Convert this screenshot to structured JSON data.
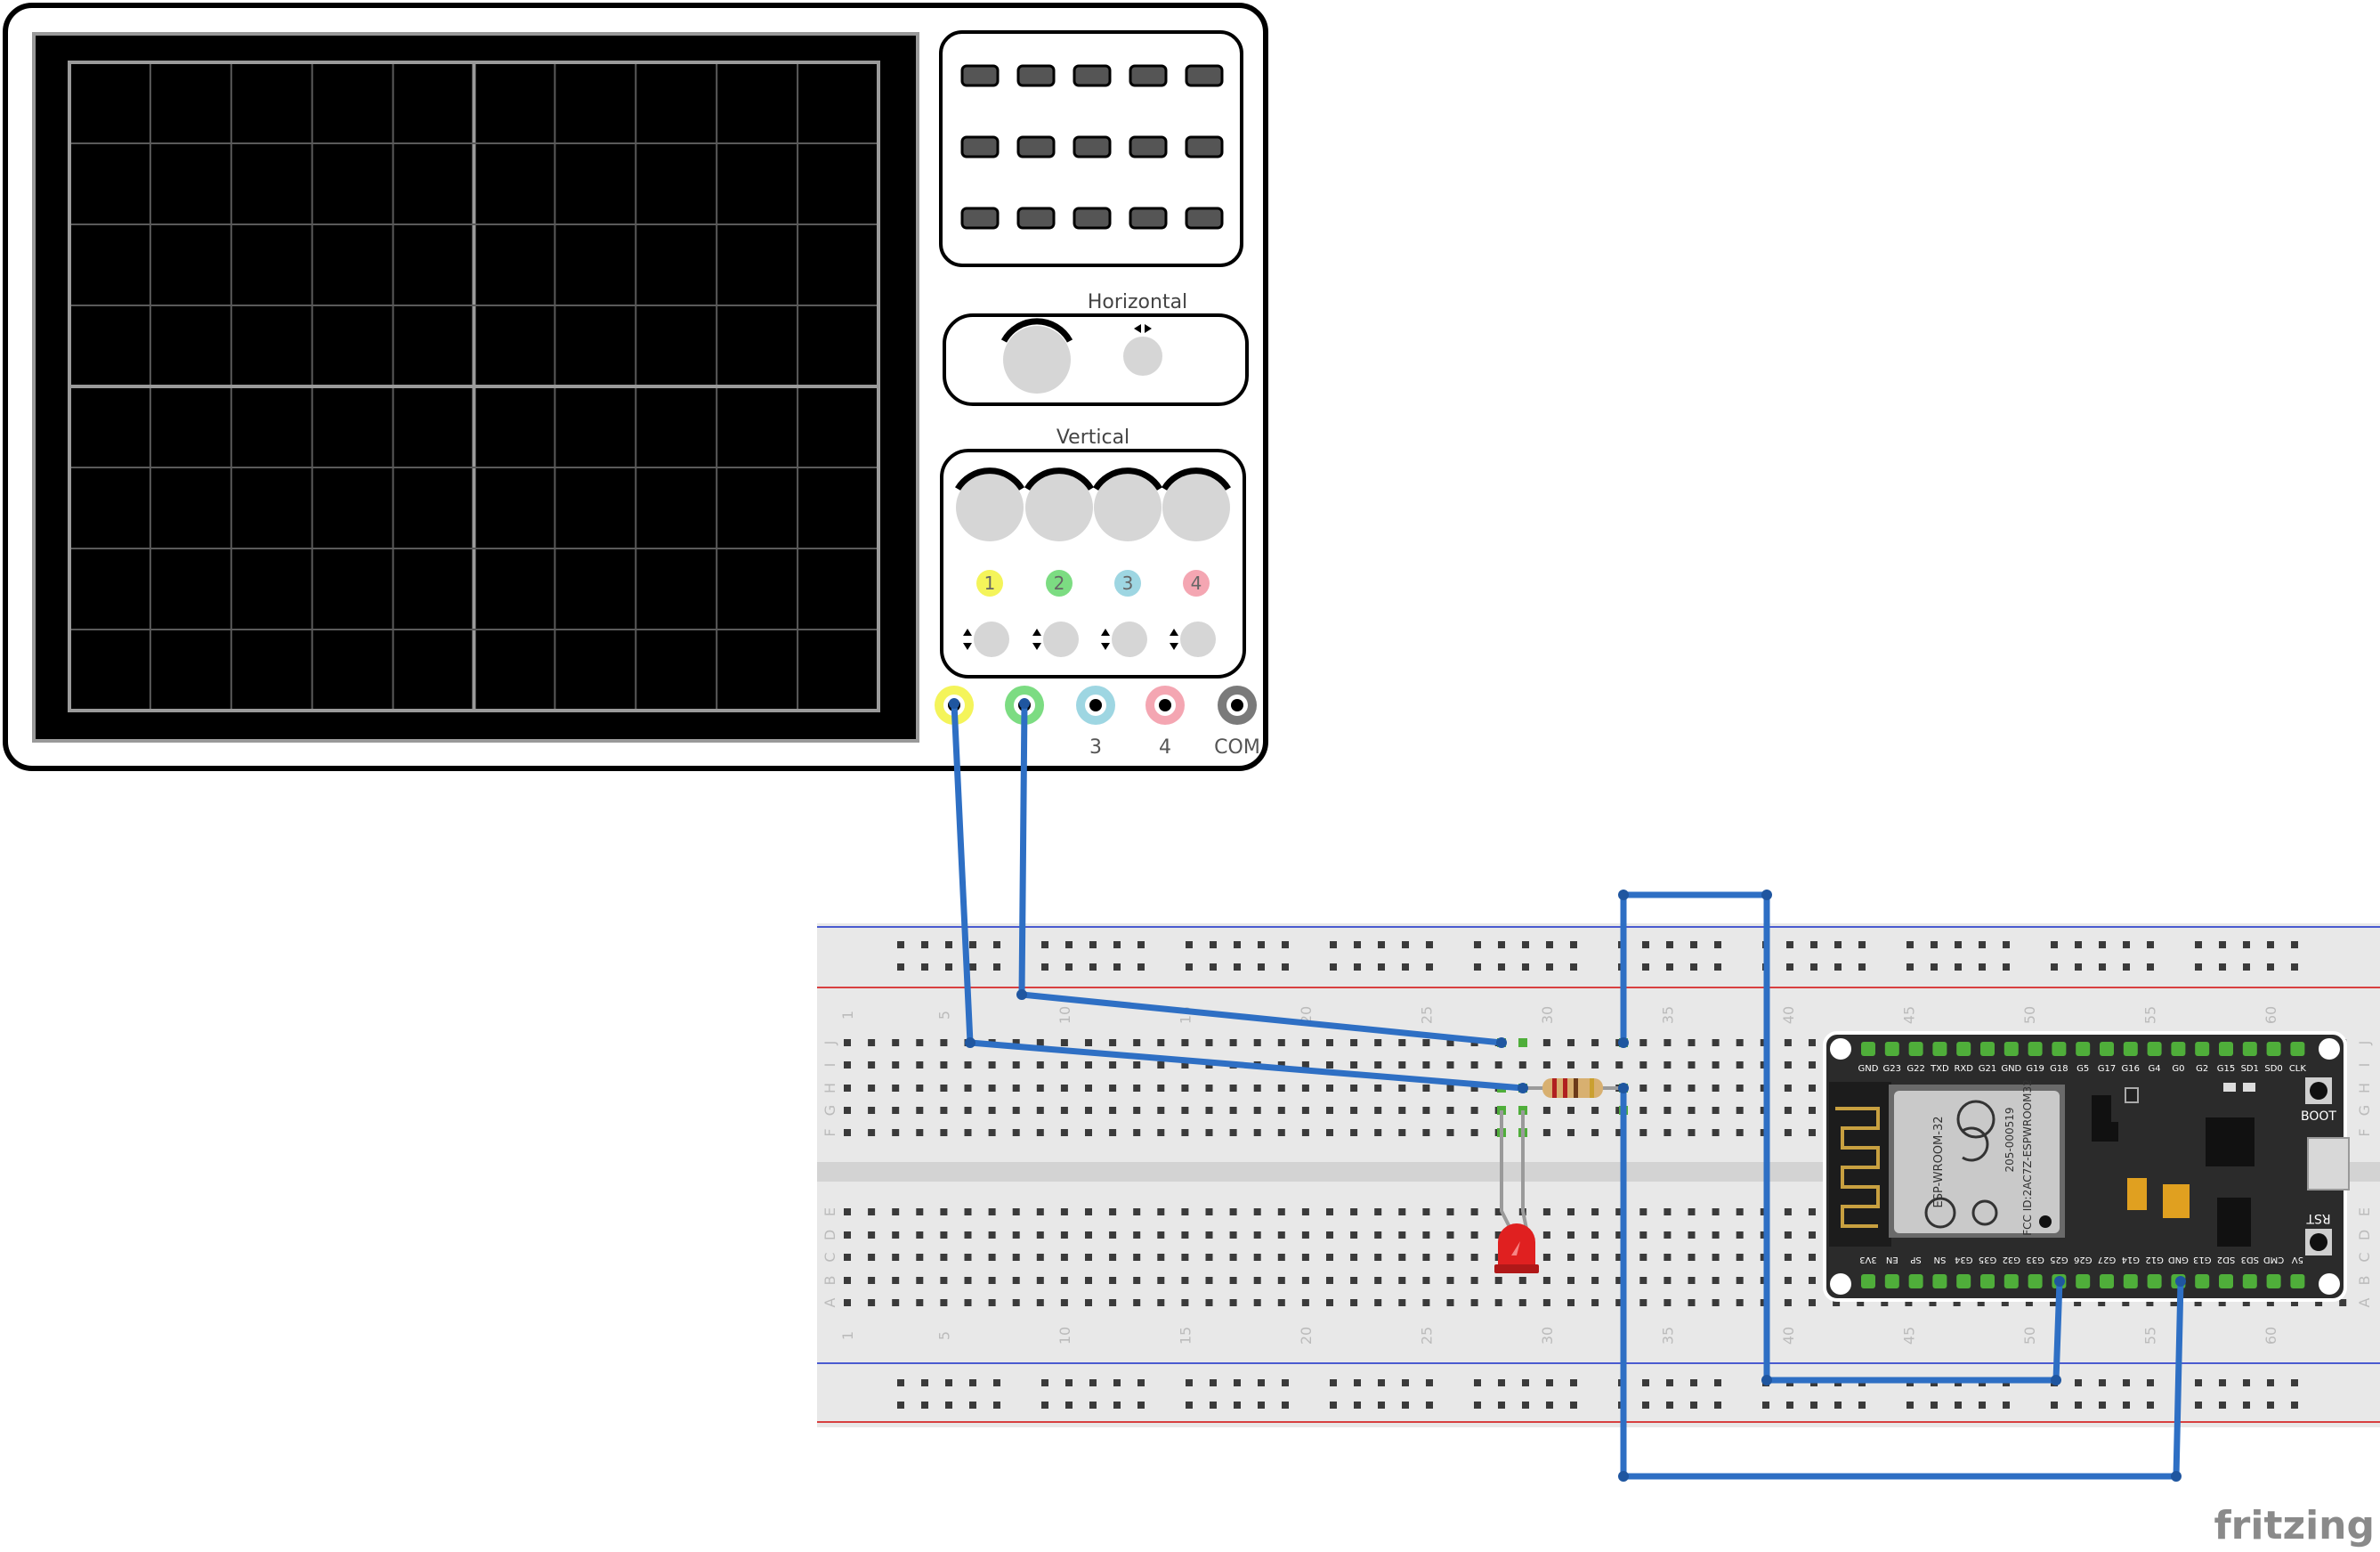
{
  "oscilloscope": {
    "horizontal_label": "Horizontal",
    "vertical_label": "Vertical",
    "channels": [
      "1",
      "2",
      "3",
      "4"
    ],
    "ports": [
      "3",
      "4",
      "COM"
    ],
    "channel_colors": [
      "#f4f45a",
      "#7cdc82",
      "#9ed6e2",
      "#f4a6b2"
    ]
  },
  "breadboard": {
    "column_numbers": [
      "1",
      "5",
      "10",
      "15",
      "20",
      "25",
      "30",
      "35",
      "40",
      "45",
      "50",
      "55",
      "60"
    ],
    "rows_top": [
      "J",
      "I",
      "H",
      "G",
      "F"
    ],
    "rows_bottom": [
      "E",
      "D",
      "C",
      "B",
      "A"
    ]
  },
  "esp32": {
    "top_pins": [
      "GND",
      "G23",
      "G22",
      "TXD",
      "RXD",
      "G21",
      "GND",
      "G19",
      "G18",
      "G5",
      "G17",
      "G16",
      "G4",
      "G0",
      "G2",
      "G15",
      "SD1",
      "SD0",
      "CLK"
    ],
    "bottom_pins": [
      "3V3",
      "EN",
      "SP",
      "SN",
      "G34",
      "G35",
      "G32",
      "G33",
      "G25",
      "G26",
      "G27",
      "G14",
      "G12",
      "GND",
      "G13",
      "SD2",
      "SD3",
      "CMD",
      "5V"
    ],
    "module_label": "ESP-WROOM-32",
    "fcc_label": "FCC ID:2AC7Z-ESPWROOM32",
    "code_label": "205-000519",
    "boot_label": "BOOT",
    "rst_label": "RST"
  },
  "colors": {
    "wire": "#2e6fc4",
    "screen": "#000000",
    "breadboard": "#e8e8e8",
    "esp32_board": "#2b2b2b",
    "pin_green": "#4fae3a",
    "led": "#e02020"
  },
  "watermark": "fritzing"
}
